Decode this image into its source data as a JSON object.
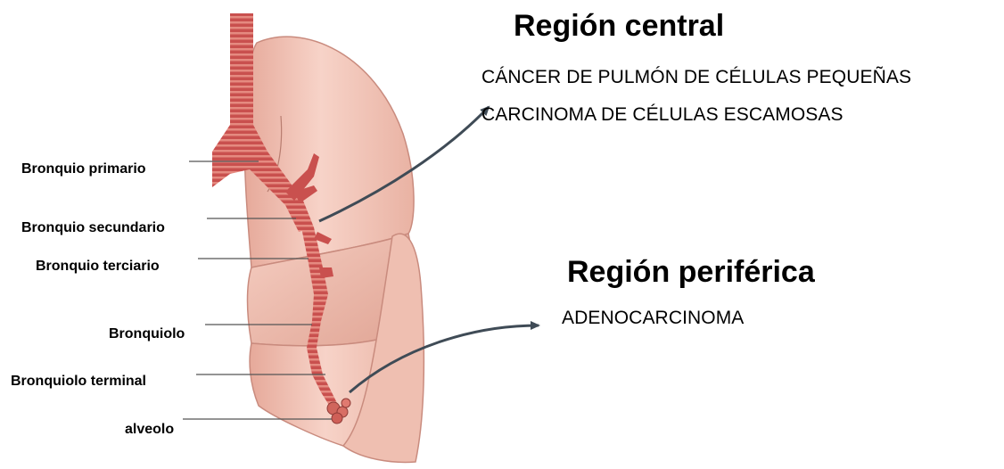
{
  "anatomy_labels": {
    "primary_bronchus": "Bronquio primario",
    "secondary_bronchus": "Bronquio secundario",
    "tertiary_bronchus": "Bronquio terciario",
    "bronchiole": "Bronquiolo",
    "terminal_bronchiole": "Bronquiolo terminal",
    "alveolus": "alveolo"
  },
  "central_region": {
    "heading": "Región central",
    "cancer_types": [
      "CÁNCER DE PULMÓN DE CÉLULAS PEQUEÑAS",
      "CARCINOMA DE CÉLULAS ESCAMOSAS"
    ]
  },
  "peripheral_region": {
    "heading": "Región periférica",
    "cancer_types": [
      "ADENOCARCINOMA"
    ]
  },
  "colors": {
    "lung_fill": "#f2c2b4",
    "lung_shade": "#e3a393",
    "airway": "#c9504e",
    "airway_ring": "#e8948a",
    "arrow": "#3f4b56",
    "leader_line": "#555555"
  }
}
